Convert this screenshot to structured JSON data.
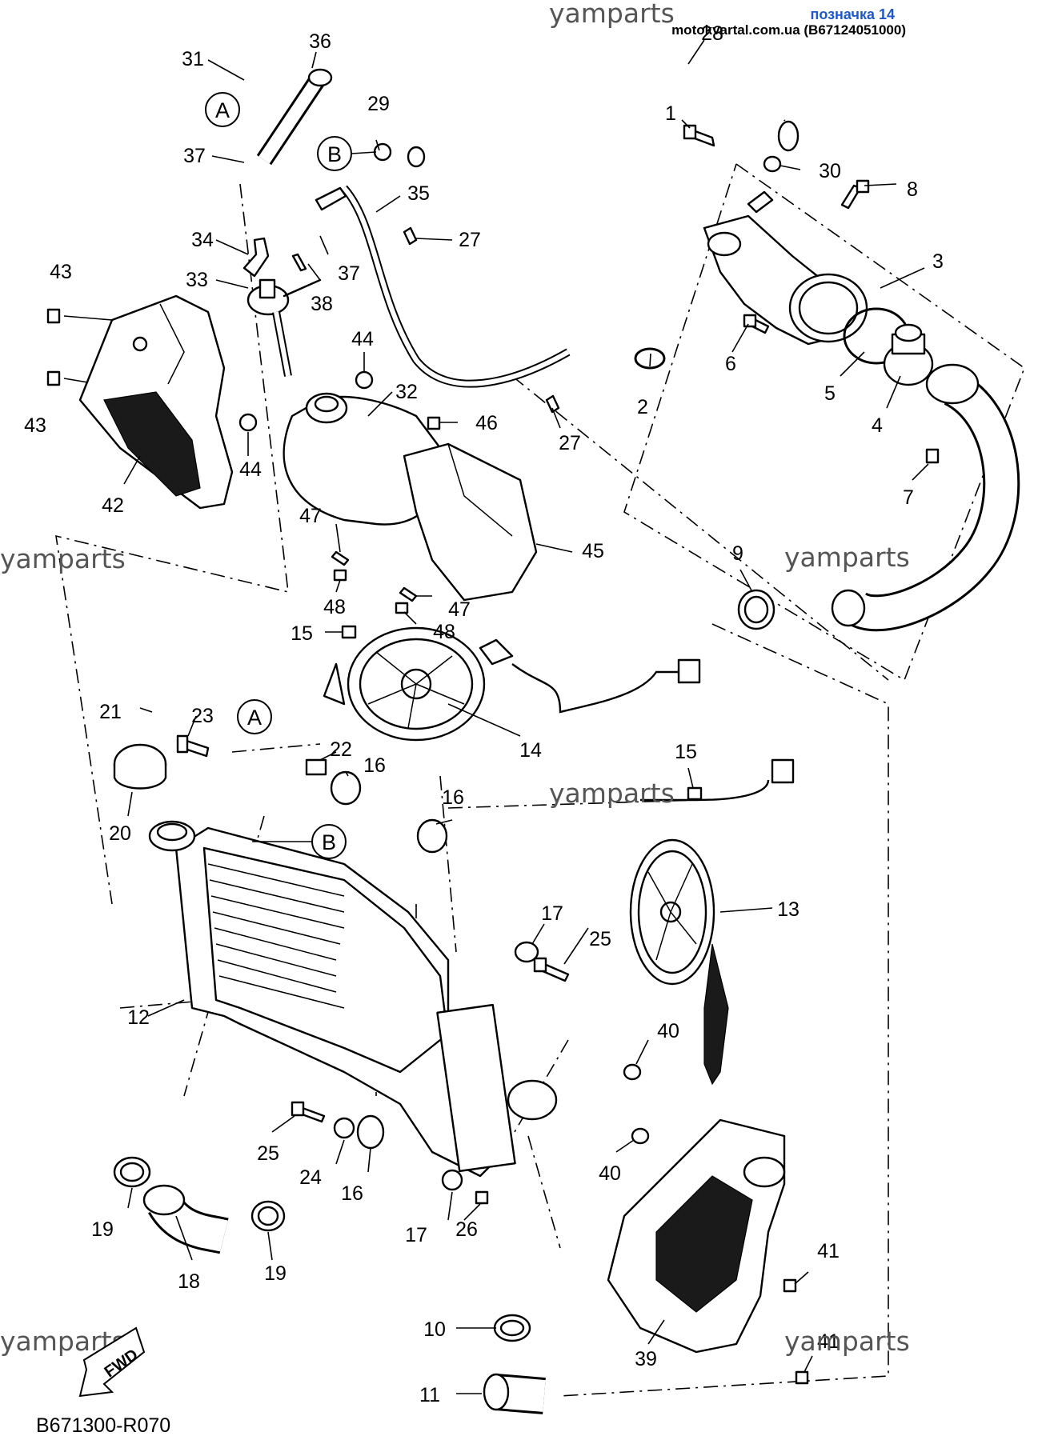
{
  "header": {
    "label": "позначка 14",
    "source": "motokvartal.com.ua (B67124051000)"
  },
  "watermarks": [
    "yamparts",
    "yamparts",
    "yamparts",
    "yamparts",
    "yamparts",
    "yamparts"
  ],
  "diagram_code": "B671300-R070",
  "fwd_label": "FWD",
  "connectors": {
    "a": "A",
    "b": "B"
  },
  "callouts": [
    "1",
    "2",
    "3",
    "4",
    "5",
    "6",
    "7",
    "8",
    "9",
    "10",
    "11",
    "12",
    "13",
    "14",
    "15",
    "15",
    "16",
    "16",
    "16",
    "17",
    "17",
    "18",
    "19",
    "19",
    "20",
    "21",
    "22",
    "23",
    "24",
    "25",
    "25",
    "26",
    "27",
    "27",
    "28",
    "29",
    "30",
    "31",
    "32",
    "33",
    "34",
    "35",
    "36",
    "37",
    "37",
    "38",
    "39",
    "40",
    "40",
    "41",
    "41",
    "42",
    "43",
    "43",
    "44",
    "44",
    "45",
    "46",
    "47",
    "47",
    "48",
    "48"
  ]
}
